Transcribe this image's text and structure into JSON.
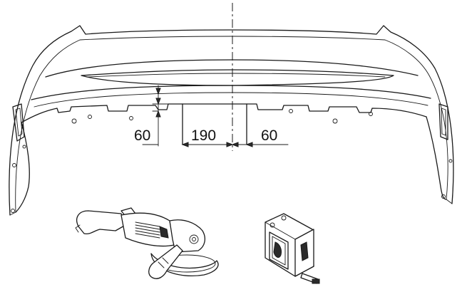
{
  "dimensions": {
    "left_height": "60",
    "center_width": "190",
    "right_offset": "60"
  },
  "colors": {
    "line": "#1a1a1a",
    "background": "#ffffff",
    "dark_fill": "#2b2b2b"
  },
  "icons": [
    "angle-grinder-icon",
    "tape-measure-icon"
  ]
}
